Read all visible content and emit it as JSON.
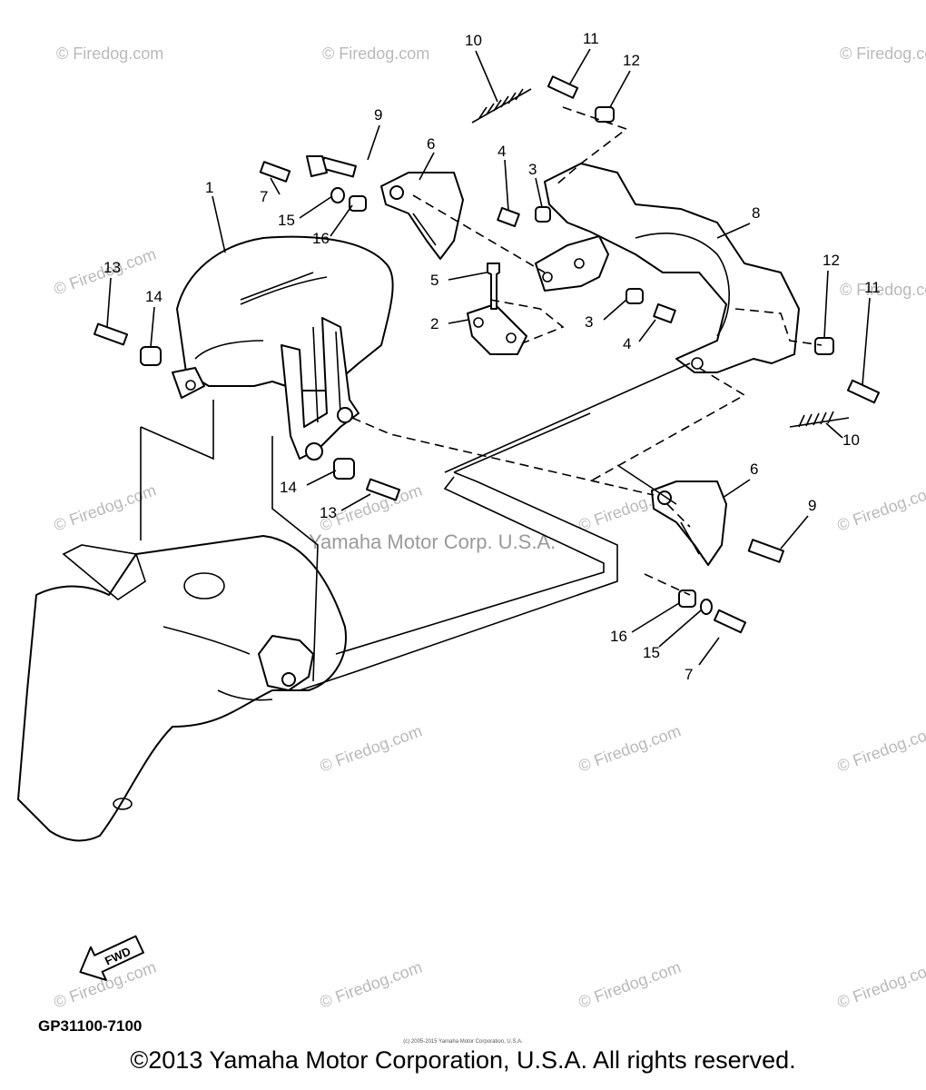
{
  "diagram": {
    "code": "GP31100-7100",
    "fwd_label": "FWD",
    "center_watermark": "Yamaha Motor Corp. U.S.A.",
    "tiny_credit": "(c) 2005-2015 Yamaha Motor Corporation, U.S.A.",
    "copyright": "©2013 Yamaha Motor Corporation, U.S.A. All rights reserved.",
    "watermark": "© Firedog.com",
    "callouts": [
      "1",
      "2",
      "3",
      "3",
      "4",
      "4",
      "5",
      "6",
      "6",
      "7",
      "7",
      "8",
      "9",
      "9",
      "10",
      "10",
      "11",
      "11",
      "12",
      "12",
      "13",
      "13",
      "14",
      "14",
      "15",
      "15",
      "16",
      "16"
    ]
  },
  "colors": {
    "ink": "#000000",
    "watermark": "#b9b9b9",
    "background": "#ffffff"
  }
}
